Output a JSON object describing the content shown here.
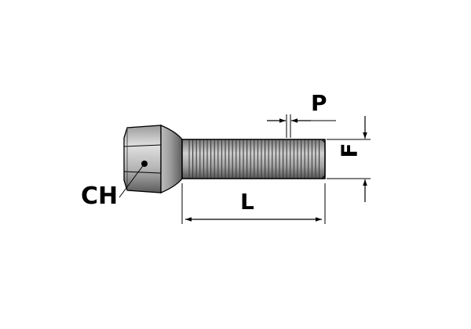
{
  "labels": {
    "ch": "CH",
    "l": "L",
    "p": "P",
    "f": "F"
  },
  "colors": {
    "line": "#000000",
    "metal_light": "#d8d8d8",
    "metal_mid": "#a6a6a6",
    "metal_dark": "#555555"
  }
}
